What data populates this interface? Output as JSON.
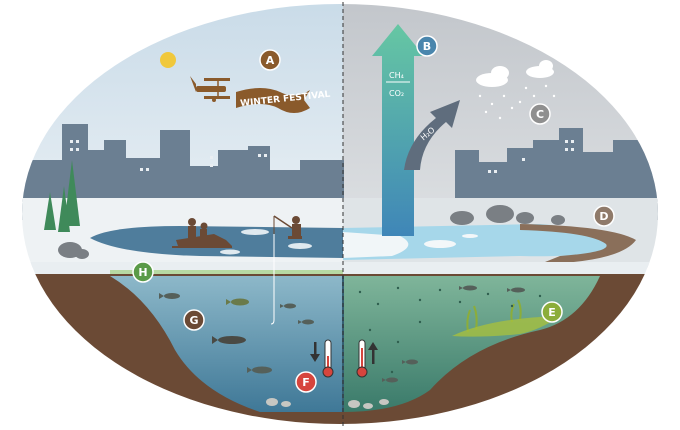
{
  "banner": {
    "text": "WINTER FESTIVAL"
  },
  "gases": {
    "ch4": "CH₄",
    "co2": "CO₂",
    "h2o": "H₂O"
  },
  "markers": [
    {
      "letter": "A",
      "color": "#8a5a2b"
    },
    {
      "letter": "B",
      "color": "#4a86ad"
    },
    {
      "letter": "C",
      "color": "#8f8f8f"
    },
    {
      "letter": "D",
      "color": "#8f7a6a"
    },
    {
      "letter": "E",
      "color": "#8cad3a"
    },
    {
      "letter": "F",
      "color": "#d6453d"
    },
    {
      "letter": "G",
      "color": "#6b4a35"
    },
    {
      "letter": "H",
      "color": "#5a9a48"
    }
  ],
  "colors": {
    "sky_left": "#dfe8ef",
    "sky_right": "#cfd2d6",
    "city": "#6b7f92",
    "snow": "#eef2f4",
    "ice_pond": "#5b86a3",
    "thawed_water": "#9fd1e6",
    "soil": "#6b4a35",
    "water_cold": "#5d8fa5",
    "water_warm": "#4f8a6e",
    "arrow_gas": "#5fb89a",
    "arrow_h2o": "#5f6d7d",
    "plane": "#8a5a2b"
  },
  "thermometers": {
    "left_arrow": "down-arrow",
    "right_arrow": "up-arrow"
  }
}
